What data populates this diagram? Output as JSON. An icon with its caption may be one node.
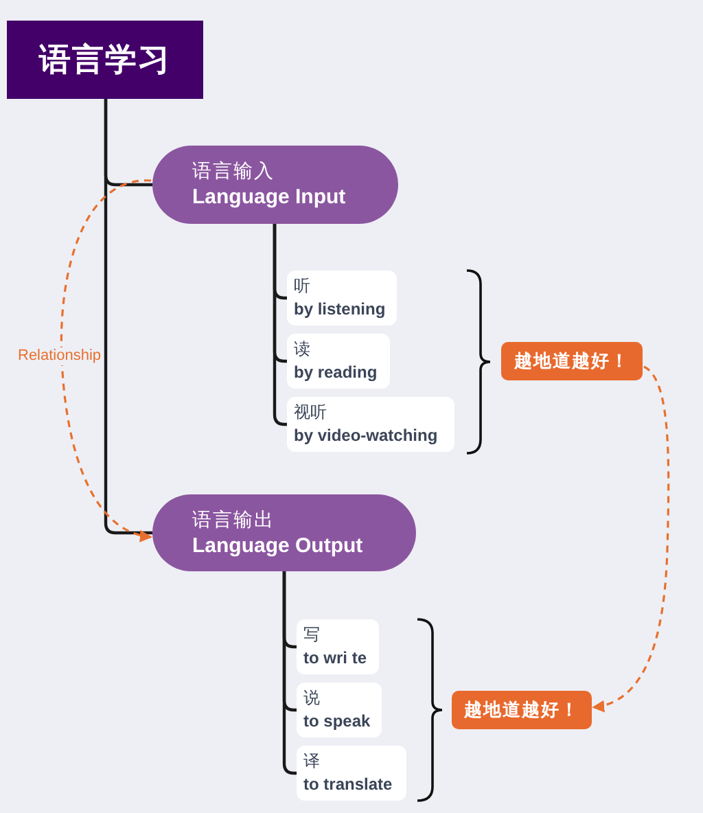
{
  "diagram": {
    "nodes": [
      {
        "text": [
          "语言学习"
        ]
      },
      {
        "text": [
          "语言输入",
          "Language Input"
        ]
      },
      {
        "text": [
          "听",
          "by listening"
        ]
      },
      {
        "text": [
          "读",
          "by reading"
        ]
      },
      {
        "text": [
          "视听",
          "by video-watching"
        ]
      },
      {
        "text": [
          "越地道越好！"
        ]
      },
      {
        "text": [
          "语言输出",
          "Language Output"
        ]
      },
      {
        "text": [
          "写",
          "to wri te"
        ]
      },
      {
        "text": [
          "说",
          "to speak"
        ]
      },
      {
        "text": [
          "译",
          "to translate"
        ]
      },
      {
        "text": [
          "越地道越好！"
        ]
      }
    ],
    "edges": [
      {
        "from": 0,
        "to": 1,
        "arrow": "none"
      },
      {
        "from": 1,
        "to": 2,
        "arrow": "none"
      },
      {
        "from": 1,
        "to": 3,
        "arrow": "none"
      },
      {
        "from": 1,
        "to": 4,
        "arrow": "none"
      },
      {
        "from": 0,
        "to": 6,
        "arrow": "none"
      },
      {
        "from": 6,
        "to": 7,
        "arrow": "none"
      },
      {
        "from": 6,
        "to": 8,
        "arrow": "none"
      },
      {
        "from": 6,
        "to": 9,
        "arrow": "none"
      },
      {
        "from": 1,
        "to": 6,
        "arrow": "to",
        "label": "Relationship",
        "style": "dashed",
        "color": "#e8702e"
      },
      {
        "from": 5,
        "to": 10,
        "arrow": "to",
        "style": "dashed",
        "color": "#e8702e"
      }
    ]
  }
}
